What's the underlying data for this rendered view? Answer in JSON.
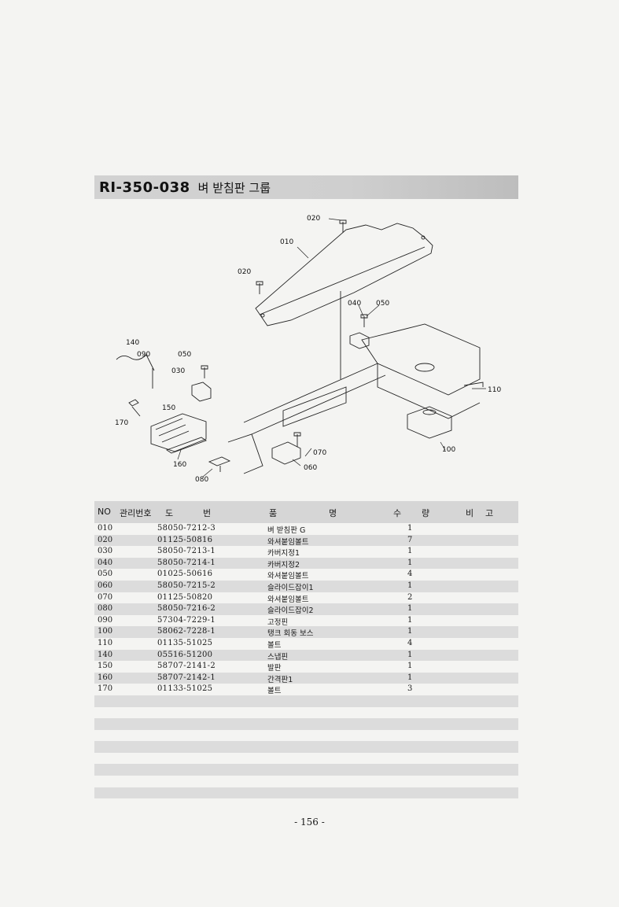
{
  "header": {
    "code": "RI-350-038",
    "name": "벼 받침판 그룹"
  },
  "diagram": {
    "callouts": [
      "020",
      "010",
      "020",
      "040",
      "050",
      "140",
      "090",
      "050",
      "030",
      "110",
      "170",
      "150",
      "070",
      "060",
      "100",
      "160",
      "080"
    ]
  },
  "table": {
    "headers": {
      "no": "NO",
      "mgmt": "관리번호",
      "dwg1": "도",
      "dwg2": "번",
      "name1": "품",
      "name2": "명",
      "qty1": "수",
      "qty2": "량",
      "note1": "비",
      "note2": "고"
    },
    "rows": [
      {
        "no": "010",
        "dwg": "58050-7212-3",
        "name": "벼 받침판 G",
        "qty": "1"
      },
      {
        "no": "020",
        "dwg": "01125-50816",
        "name": "와셔붙임볼트",
        "qty": "7"
      },
      {
        "no": "030",
        "dwg": "58050-7213-1",
        "name": "카버지정1",
        "qty": "1"
      },
      {
        "no": "040",
        "dwg": "58050-7214-1",
        "name": "카버지정2",
        "qty": "1"
      },
      {
        "no": "050",
        "dwg": "01025-50616",
        "name": "와셔붙임볼트",
        "qty": "4"
      },
      {
        "no": "060",
        "dwg": "58050-7215-2",
        "name": "슬라이드잡이1",
        "qty": "1"
      },
      {
        "no": "070",
        "dwg": "01125-50820",
        "name": "와셔붙임볼트",
        "qty": "2"
      },
      {
        "no": "080",
        "dwg": "58050-7216-2",
        "name": "슬라이드잡이2",
        "qty": "1"
      },
      {
        "no": "090",
        "dwg": "57304-7229-1",
        "name": "고정핀",
        "qty": "1"
      },
      {
        "no": "100",
        "dwg": "58062-7228-1",
        "name": "탱크 회동 보스",
        "qty": "1"
      },
      {
        "no": "110",
        "dwg": "01135-51025",
        "name": "볼트",
        "qty": "4"
      },
      {
        "no": "140",
        "dwg": "05516-51200",
        "name": "스냅핀",
        "qty": "1"
      },
      {
        "no": "150",
        "dwg": "58707-2141-2",
        "name": "발판",
        "qty": "1"
      },
      {
        "no": "160",
        "dwg": "58707-2142-1",
        "name": "간격판1",
        "qty": "1"
      },
      {
        "no": "170",
        "dwg": "01133-51025",
        "name": "볼트",
        "qty": "3"
      }
    ]
  },
  "page_number": "- 156 -"
}
